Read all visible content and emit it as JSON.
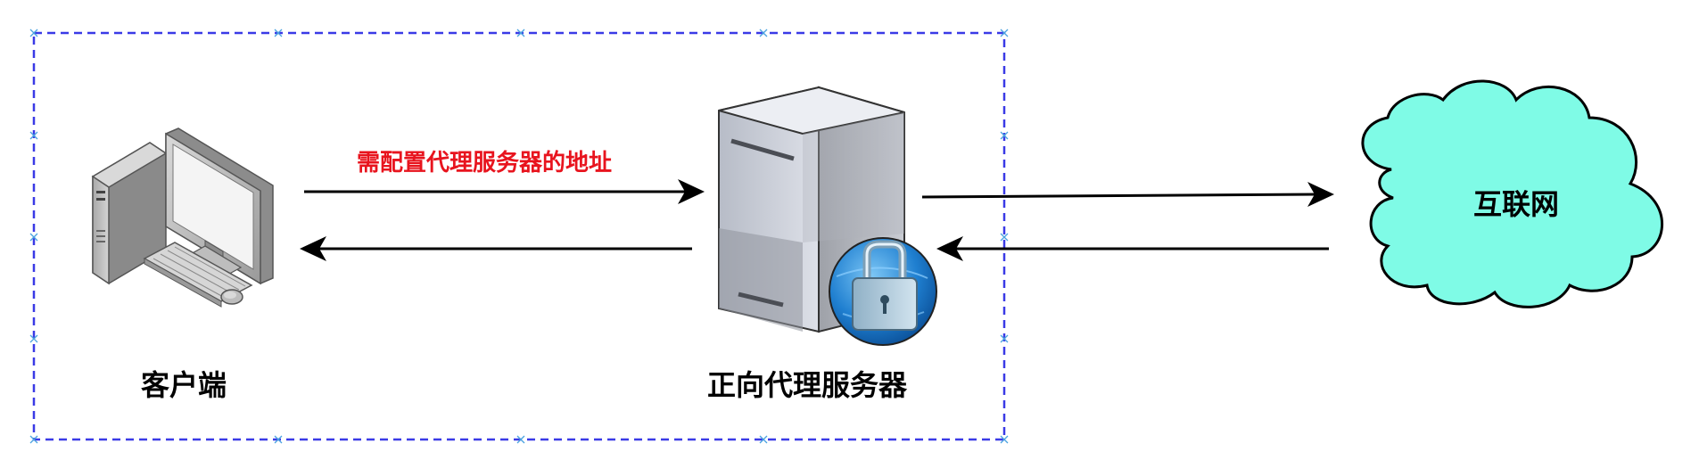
{
  "nodes": {
    "client": {
      "label": "客户端"
    },
    "proxy": {
      "label": "正向代理服务器"
    },
    "internet": {
      "label": "互联网"
    }
  },
  "annotations": {
    "config_note": "需配置代理服务器的地址"
  },
  "icons": {
    "client": "desktop-computer-icon",
    "proxy": "server-tower-icon",
    "lock": "padlock-globe-icon",
    "internet": "cloud-icon"
  },
  "colors": {
    "boundary": "#3a3ae6",
    "note": "#e8141e",
    "cloud_fill": "#7ffbe6",
    "arrow": "#000000"
  }
}
